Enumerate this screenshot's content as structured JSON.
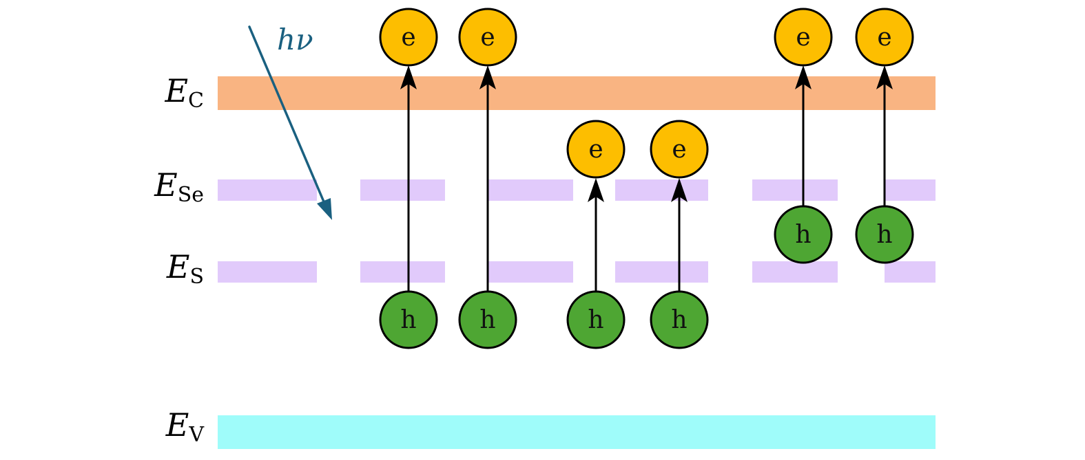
{
  "diagram": {
    "type": "energy-band-diagram",
    "levels": [
      {
        "id": "EC",
        "symbol": "E",
        "subscript": "C",
        "color": "#f9b482",
        "segmented": false
      },
      {
        "id": "ESe",
        "symbol": "E",
        "subscript": "Se",
        "color": "#e1cafb",
        "segmented": true
      },
      {
        "id": "ES",
        "symbol": "E",
        "subscript": "S",
        "color": "#e1cafb",
        "segmented": true
      },
      {
        "id": "EV",
        "symbol": "E",
        "subscript": "V",
        "color": "#9ffcfa",
        "segmented": false
      }
    ],
    "photon": {
      "label_main": "h",
      "label_nu": "ν",
      "color": "#1a6080"
    },
    "electron": {
      "label": "e",
      "color": "#fdbe00"
    },
    "hole": {
      "label": "h",
      "color": "#4ea633"
    },
    "transitions": [
      {
        "from": "ES",
        "to": "EC"
      },
      {
        "from": "ES",
        "to": "EC"
      },
      {
        "from": "ES",
        "to": "ESe"
      },
      {
        "from": "ES",
        "to": "ESe"
      },
      {
        "from": "ESe",
        "to": "EC"
      },
      {
        "from": "ESe",
        "to": "EC"
      }
    ]
  }
}
